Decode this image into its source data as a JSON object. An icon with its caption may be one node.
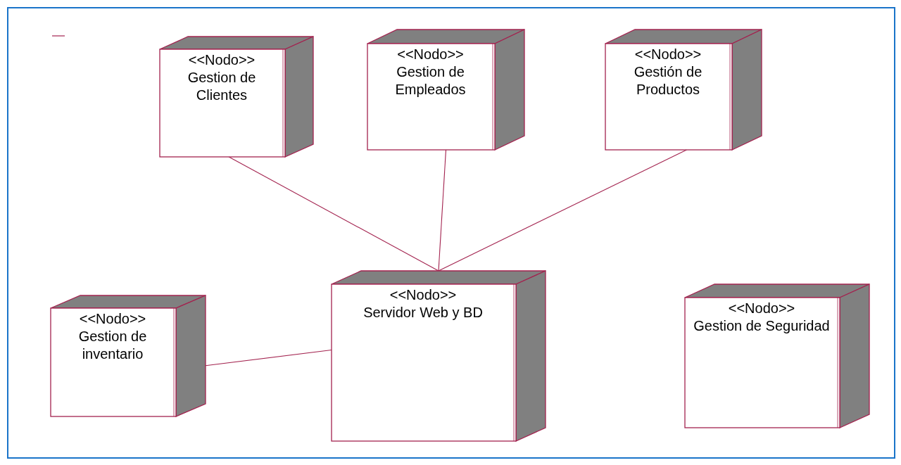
{
  "diagram": {
    "nodes": [
      {
        "text": [
          "<<Nodo>>",
          "Gestion de Clientes"
        ]
      },
      {
        "text": [
          "<<Nodo>>",
          "Gestion de Empleados"
        ]
      },
      {
        "text": [
          "<<Nodo>>",
          "Gestión de Productos"
        ]
      },
      {
        "text": [
          "<<Nodo>>",
          "Servidor Web y BD"
        ]
      },
      {
        "text": [
          "<<Nodo>>",
          "Gestion de inventario"
        ]
      },
      {
        "text": [
          "<<Nodo>>",
          "Gestion de Seguridad"
        ]
      }
    ],
    "edges": [
      {
        "from": 0,
        "to": 3,
        "arrow": "none"
      },
      {
        "from": 1,
        "to": 3,
        "arrow": "none"
      },
      {
        "from": 2,
        "to": 3,
        "arrow": "none"
      },
      {
        "from": 4,
        "to": 3,
        "arrow": "none"
      }
    ]
  }
}
